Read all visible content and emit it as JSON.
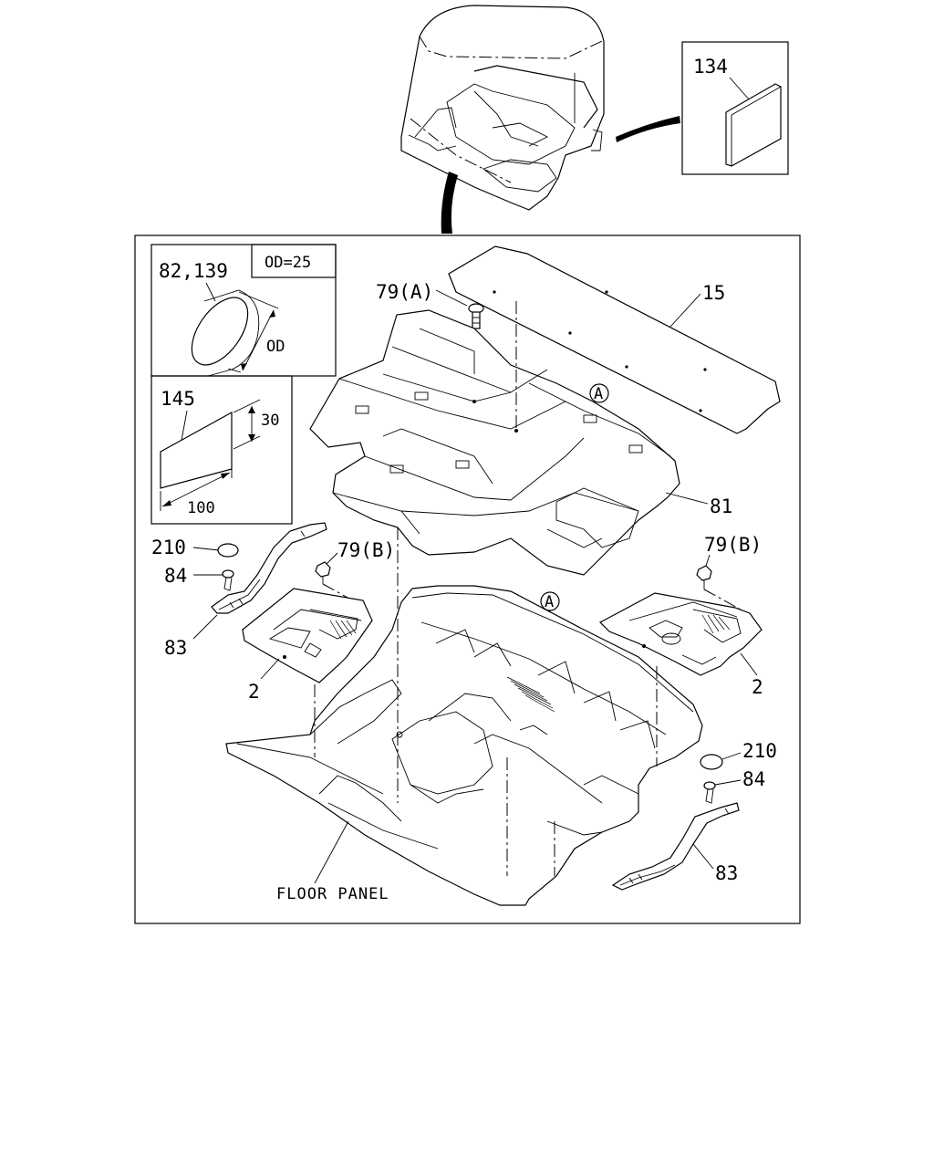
{
  "labels": {
    "p134": "134",
    "p82_139": "82,139",
    "od_spec": "OD=25",
    "od_dim": "OD",
    "p145": "145",
    "dim_30": "30",
    "dim_100": "100",
    "p79a": "79(A)",
    "p15": "15",
    "ref_a_top": "A",
    "p81": "81",
    "p210_left": "210",
    "p84_left": "84",
    "p83_left": "83",
    "p79b_left": "79(B)",
    "p2_left": "2",
    "p79b_right": "79(B)",
    "p2_right": "2",
    "ref_a_bottom": "A",
    "p210_right": "210",
    "p84_right": "84",
    "p83_right": "83",
    "floor_panel": "FLOOR PANEL"
  }
}
